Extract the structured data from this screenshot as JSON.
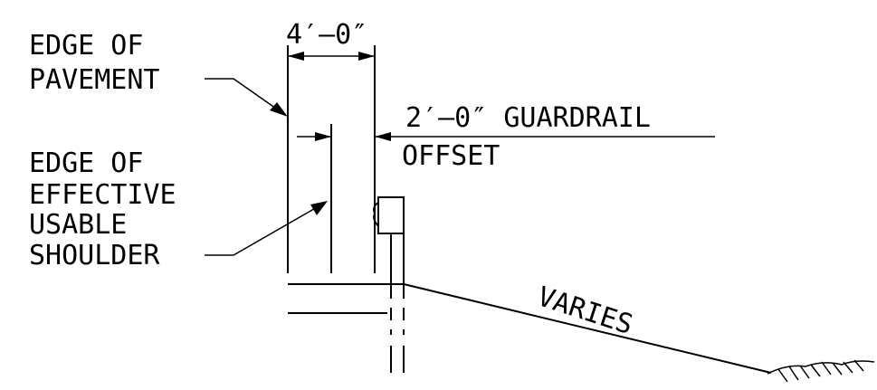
{
  "dimensions": {
    "width_label": "4′–0″",
    "offset_label": "2′–0″ GUARDRAIL",
    "offset_label_line2": "OFFSET"
  },
  "labels": {
    "edge_of_pavement": [
      "EDGE OF",
      "PAVEMENT"
    ],
    "edge_of_usable_shoulder": [
      "EDGE OF",
      "EFFECTIVE",
      "USABLE",
      "SHOULDER"
    ],
    "slope": "VARIES"
  }
}
